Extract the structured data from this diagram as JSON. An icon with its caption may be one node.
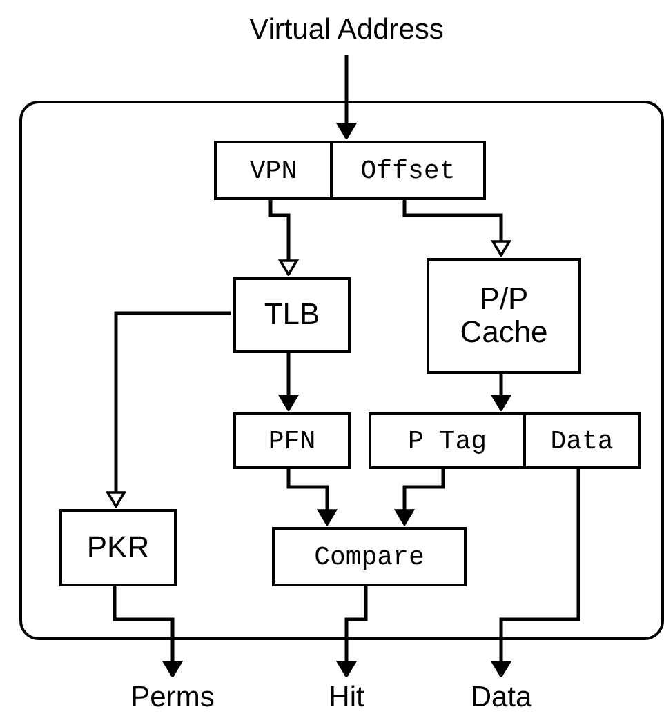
{
  "diagram": {
    "nodes": [
      {
        "text": [
          "Virtual Address"
        ]
      },
      {
        "text": [],
        "shape": "box"
      },
      {
        "text": [
          "VPN"
        ],
        "in": 1
      },
      {
        "text": [
          "Offset"
        ],
        "in": 1
      },
      {
        "text": [
          "TLB"
        ],
        "in": 1
      },
      {
        "text": [
          "P/P Cache"
        ],
        "in": 1
      },
      {
        "text": [
          "PFN"
        ],
        "in": 1
      },
      {
        "text": [
          "P Tag"
        ],
        "in": 1
      },
      {
        "text": [
          "Data"
        ],
        "in": 1
      },
      {
        "text": [
          "PKR"
        ],
        "in": 1
      },
      {
        "text": [
          "Compare"
        ],
        "in": 1
      },
      {
        "text": [
          "Perms"
        ]
      },
      {
        "text": [
          "Hit"
        ]
      },
      {
        "text": [
          "Data"
        ]
      }
    ],
    "edges": [
      {
        "from": 0,
        "to": 3,
        "arrow": "to"
      },
      {
        "from": 2,
        "to": 4,
        "arrow": "to"
      },
      {
        "from": 3,
        "to": 5,
        "arrow": "to"
      },
      {
        "from": 4,
        "to": 9,
        "arrow": "to"
      },
      {
        "from": 4,
        "to": 6,
        "arrow": "to"
      },
      {
        "from": 5,
        "to": 7,
        "arrow": "to"
      },
      {
        "from": 6,
        "to": 10,
        "arrow": "to"
      },
      {
        "from": 7,
        "to": 10,
        "arrow": "to"
      },
      {
        "from": 9,
        "to": 11,
        "arrow": "to"
      },
      {
        "from": 10,
        "to": 12,
        "arrow": "to"
      },
      {
        "from": 8,
        "to": 13,
        "arrow": "to"
      }
    ]
  }
}
